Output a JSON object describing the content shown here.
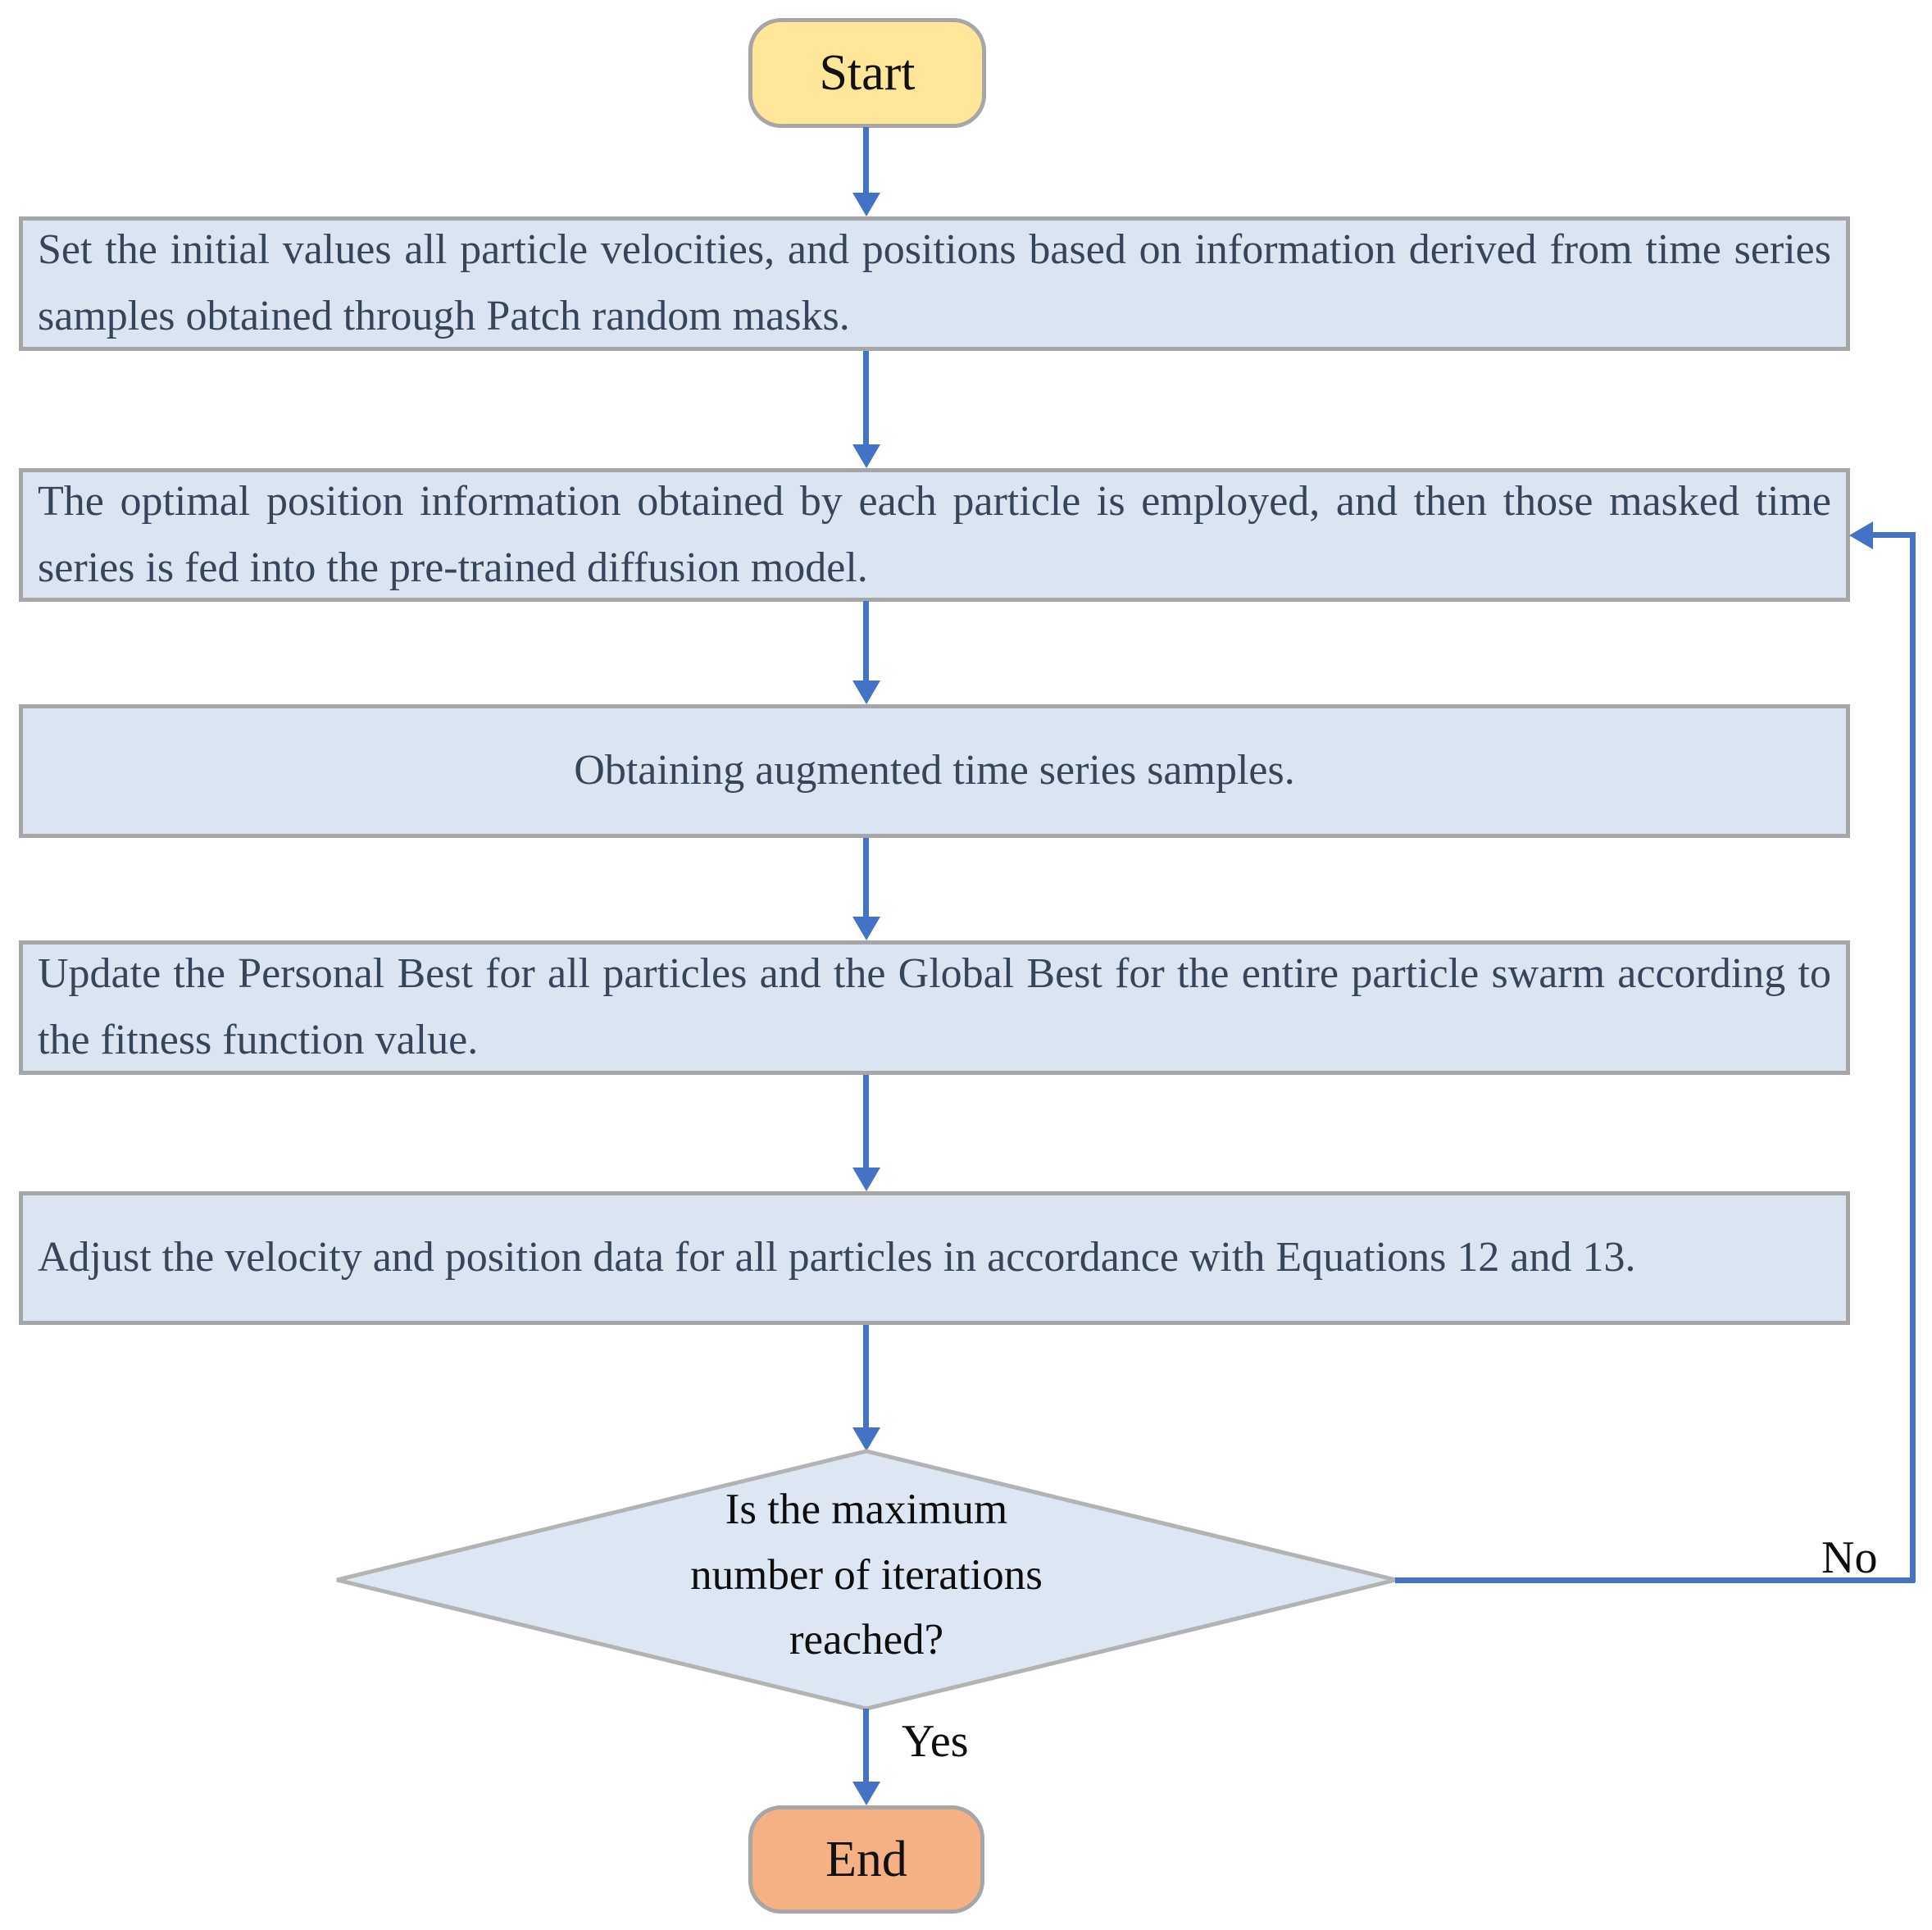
{
  "flowchart": {
    "start": {
      "label": "Start"
    },
    "steps": [
      {
        "id": "init-particles",
        "text": "Set the initial values all particle velocities, and positions based on information derived from time series samples obtained through Patch random masks."
      },
      {
        "id": "feed-diffusion-model",
        "text": "The optimal position information obtained by each particle is employed, and then those masked time series is fed into the pre-trained diffusion model."
      },
      {
        "id": "augmented-samples",
        "text": "Obtaining augmented time series samples."
      },
      {
        "id": "update-best",
        "text": "Update the Personal Best for all particles and the Global Best for the entire particle swarm according to the fitness function value."
      },
      {
        "id": "adjust-velocity-position",
        "text": "Adjust the velocity and position data for all particles in accordance with Equations 12 and 13."
      }
    ],
    "decision": {
      "text": "Is the maximum\nnumber of iterations\nreached?"
    },
    "edge_labels": {
      "yes": "Yes",
      "no": "No"
    },
    "end": {
      "label": "End"
    },
    "colors": {
      "start_fill": "#ffe699",
      "end_fill": "#f5b183",
      "process_fill": "#dbe5f1",
      "decision_fill": "#dce7f3",
      "node_border": "#a6a6a6",
      "arrow": "#4472c4",
      "process_text": "#36465a",
      "label_text": "#0d0d0d"
    }
  }
}
